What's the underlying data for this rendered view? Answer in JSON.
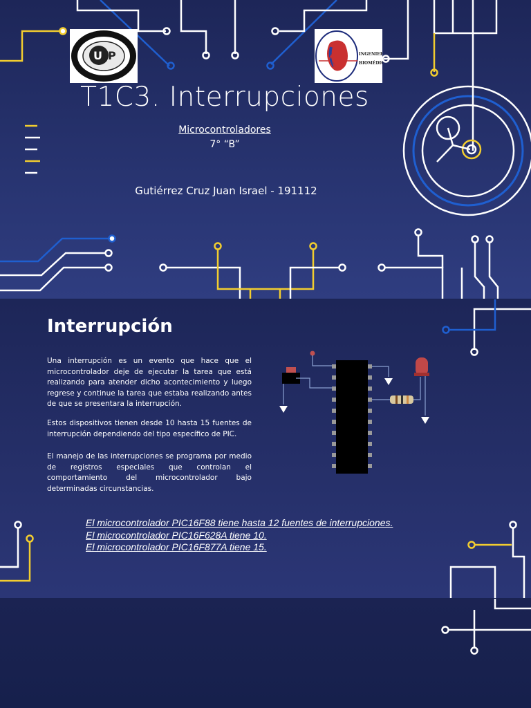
{
  "slide1": {
    "title": "T1C3. Interrupciones",
    "subject": "Microcontroladores",
    "group": "7° “B”",
    "author": "Gutiérrez Cruz Juan Israel - 191112",
    "logo_left_icon": "university-seal-icon",
    "logo_right_icon": "biomedical-engineering-heart-icon"
  },
  "slide2": {
    "heading": "Interrupción",
    "paragraphs": [
      "Una interrupción es un evento que hace que el microcontrolador deje de ejecutar la tarea que está realizando para atender dicho acontecimiento y luego regrese y continue la tarea que estaba realizando antes de que se presentara la interrupción.",
      "Estos dispositivos tienen desde 10 hasta 15 fuentes de interrupción dependiendo del tipo específico de PIC.",
      "El manejo de las interrupciones se programa por medio de registros especiales que controlan el comportamiento del microcontrolador bajo determinadas circunstancias."
    ],
    "notes": [
      "El microcontrolador PIC16F88 tiene hasta 12 fuentes de interrupciones.",
      "El microcontrolador PIC16F628A tiene 10.",
      "El microcontrolador PIC16F877A tiene 15."
    ],
    "diagram_icon": "pic-circuit-schematic-icon"
  },
  "colors": {
    "background": "#27336f",
    "accent_yellow": "#f2cd2f",
    "accent_blue": "#1f5fd0",
    "line_white": "#ffffff"
  }
}
